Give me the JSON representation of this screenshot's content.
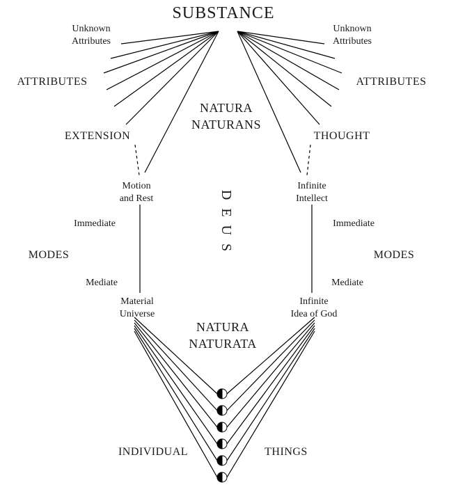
{
  "diagram": {
    "title": "SUBSTANCE",
    "natura_naturans": {
      "line1": "NATURA",
      "line2": "NATURANS"
    },
    "natura_naturata": {
      "line1": "NATURA",
      "line2": "NATURATA"
    },
    "deus": "DEUS",
    "left": {
      "unknown_attributes": {
        "line1": "Unknown",
        "line2": "Attributes"
      },
      "attributes": "ATTRIBUTES",
      "named_attribute": "EXTENSION",
      "immediate_mode": {
        "line1": "Motion",
        "line2": "and Rest"
      },
      "immediate_label": "Immediate",
      "modes": "MODES",
      "mediate_label": "Mediate",
      "mediate_mode": {
        "line1": "Material",
        "line2": "Universe"
      }
    },
    "right": {
      "unknown_attributes": {
        "line1": "Unknown",
        "line2": "Attributes"
      },
      "attributes": "ATTRIBUTES",
      "named_attribute": "THOUGHT",
      "immediate_mode": {
        "line1": "Infinite",
        "line2": "Intellect"
      },
      "immediate_label": "Immediate",
      "modes": "MODES",
      "mediate_label": "Mediate",
      "mediate_mode": {
        "line1": "Infinite",
        "line2": "Idea of God"
      }
    },
    "bottom": {
      "individual": "INDIVIDUAL",
      "things": "THINGS",
      "node_count": 6
    },
    "colors": {
      "line": "#000000",
      "background": "#ffffff",
      "text": "#1a1a1a"
    }
  }
}
